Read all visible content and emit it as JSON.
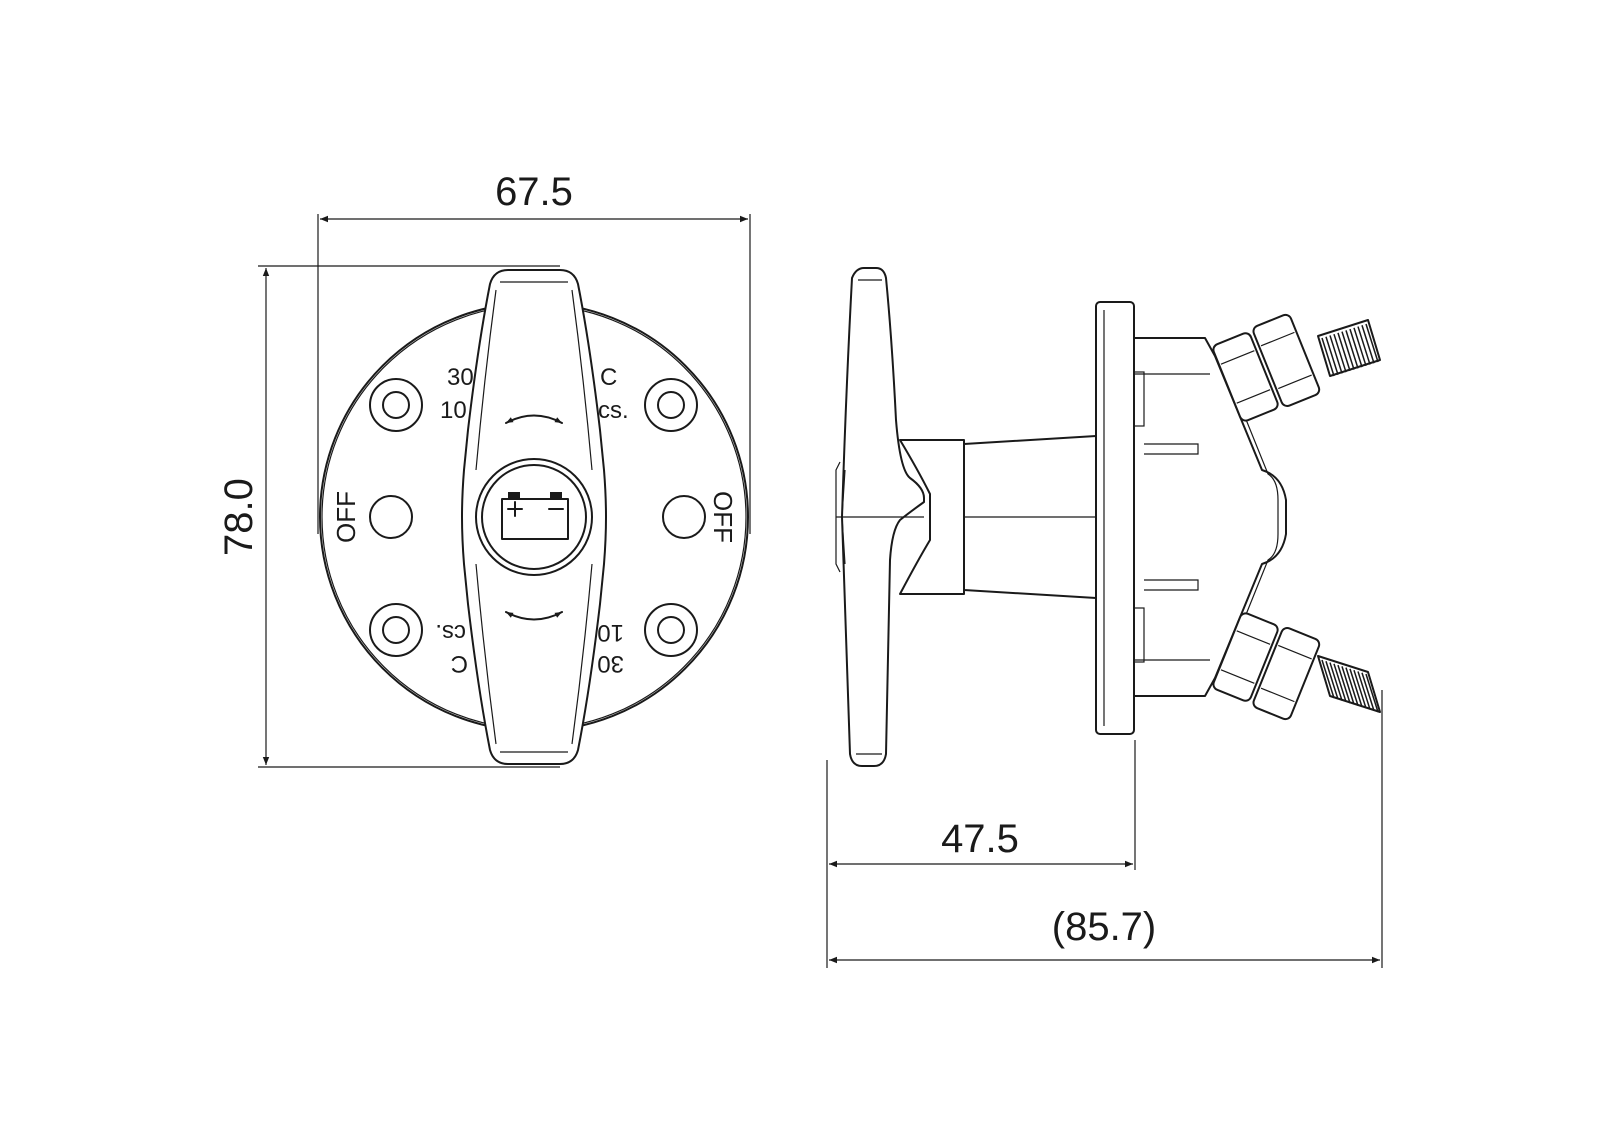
{
  "dimensions": {
    "front_width": "67.5",
    "front_height": "78.0",
    "side_depth": "47.5",
    "side_overall": "(85.7)"
  },
  "front_view": {
    "left_position_label": "OFF",
    "right_position_label": "OFF",
    "rating_top_left_1": "30",
    "rating_top_left_2": "10",
    "rating_top_right_1": "C",
    "rating_top_right_2": "cs.",
    "rating_bottom_left_1": "cs.",
    "rating_bottom_left_2": "C",
    "rating_bottom_right_1": "10",
    "rating_bottom_right_2": "30",
    "battery_symbol": "battery-icon"
  }
}
